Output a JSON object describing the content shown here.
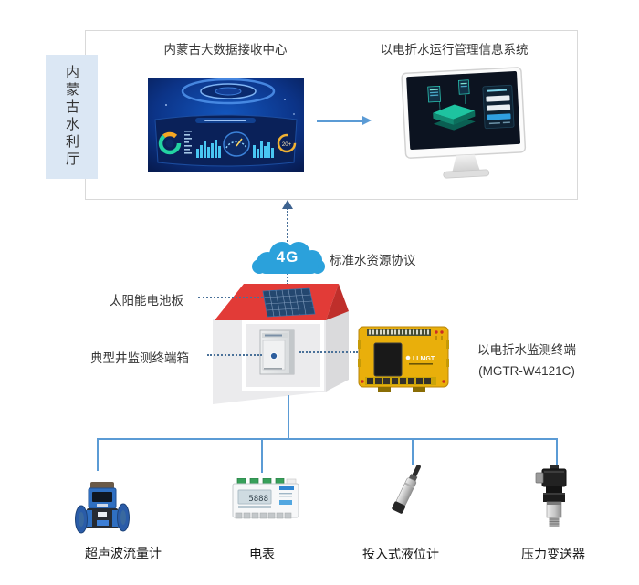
{
  "diagram": {
    "org_label": "内蒙古水利厅",
    "data_center_title": "内蒙古大数据接收中心",
    "info_system_title": "以电折水运行管理信息系统",
    "cloud_label": "4G",
    "protocol_label": "标准水资源协议",
    "solar_label": "太阳能电池板",
    "cabinet_label": "典型井监测终端箱",
    "terminal_label_line1": "以电折水监测终端",
    "terminal_label_line2": "(MGTR-W4121C)",
    "terminal_brand": "LLMGT",
    "screen_badge": "20+",
    "meter_display": "5888",
    "device_labels": [
      "超声波流量计",
      "电表",
      "投入式液位计",
      "压力变送器"
    ]
  },
  "colors": {
    "cloud_blue": "#2BA1DB",
    "roof_red": "#E23B37",
    "terminal_yellow": "#E9AF0B",
    "connector_blue": "#5B9BD5",
    "dotted_navy": "#4A7199",
    "sidebar_bg": "#DBE7F4"
  }
}
